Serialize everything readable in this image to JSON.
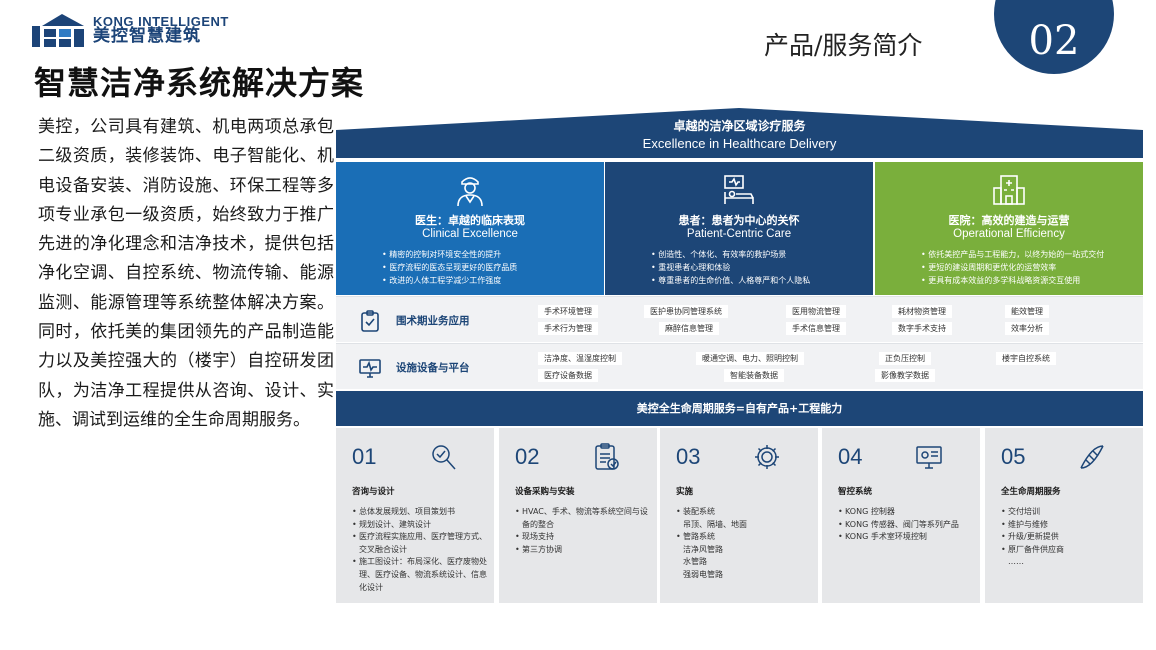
{
  "brand": {
    "en": "KONG INTELLIGENT",
    "cn": "美控智慧建筑"
  },
  "title": "智慧洁净系统解决方案",
  "section": {
    "label": "产品/服务简介",
    "number": "02"
  },
  "intro": "美控，公司具有建筑、机电两项总承包二级资质，装修装饰、电子智能化、机电设备安装、消防设施、环保工程等多项专业承包一级资质，始终致力于推广先进的净化理念和洁净技术，提供包括净化空调、自控系统、物流传输、能源监测、能源管理等系统整体解决方案。同时，依托美的集团领先的产品制造能力以及美控强大的（楼宇）自控研发团队，为洁净工程提供从咨询、设计、实施、调试到运维的全生命周期服务。",
  "roof": {
    "title": "卓越的洁净区域诊疗服务",
    "subtitle": "Excellence in Healthcare Delivery"
  },
  "pillars": [
    {
      "icon": "doctor-icon",
      "title": "医生：卓越的临床表现",
      "subtitle": "Clinical Excellence",
      "items": [
        "精密的控制对环境安全性的提升",
        "医疗流程的医态呈现更好的医疗品质",
        "改进的人体工程学减少工作强度"
      ]
    },
    {
      "icon": "patient-bed-icon",
      "title": "患者：患者为中心的关怀",
      "subtitle": "Patient-Centric Care",
      "items": [
        "创造性、个体化、有效率的救护场景",
        "重视患者心理和体验",
        "尊重患者的生命价值、人格尊严和个人隐私"
      ]
    },
    {
      "icon": "hospital-icon",
      "title": "医院：高效的建造与运营",
      "subtitle": "Operational Efficiency",
      "items": [
        "依托美控产品与工程能力，以终为始的一站式交付",
        "更短的建设周期和更优化的运营效率",
        "更具有成本效益的多学科战略资源交互使用"
      ]
    }
  ],
  "bands": [
    {
      "label": "围术期业务应用",
      "icon": "clipboard-check-icon",
      "row1": [
        "手术环境管理",
        "医护患协同管理系统",
        "医用物流管理",
        "耗材物资管理",
        "能效管理"
      ],
      "row2": [
        "手术行为管理",
        "麻醉信息管理",
        "手术信息管理",
        "数字手术支持",
        "效率分析"
      ]
    },
    {
      "label": "设施设备与平台",
      "icon": "monitor-pulse-icon",
      "row1": [
        "洁净度、温湿度控制",
        "暖通空调、电力、照明控制",
        "正负压控制",
        "楼宇自控系统"
      ],
      "row2": [
        "医疗设备数据",
        "智能装备数据",
        "影像教学数据"
      ]
    }
  ],
  "lifecycle_bar": "美控全生命周期服务=自有产品+工程能力",
  "cards": [
    {
      "num": "01",
      "icon": "search-consult-icon",
      "title": "咨询与设计",
      "items": [
        "总体发展规划、项目策划书",
        "规划设计、建筑设计",
        "医疗流程实施应用、医疗管理方式、交叉融合设计",
        "施工图设计：布局深化、医疗废物处理、医疗设备、物流系统设计、信息化设计"
      ]
    },
    {
      "num": "02",
      "icon": "procurement-checklist-icon",
      "title": "设备采购与安装",
      "items": [
        "HVAC、手术、物流等系统空间与设备的整合",
        "现场支持",
        "第三方协调"
      ]
    },
    {
      "num": "03",
      "icon": "gear-icon",
      "title": "实施",
      "items": [
        "装配系统",
        "吊顶、隔墙、地面",
        "管路系统",
        "洁净风管路",
        "水管路",
        "强弱电管路"
      ],
      "plain": [
        false,
        true,
        false,
        true,
        true,
        true
      ]
    },
    {
      "num": "04",
      "icon": "control-monitor-icon",
      "title": "智控系统",
      "items": [
        "KONG 控制器",
        "KONG 传感器、阀门等系列产品",
        "KONG 手术室环境控制"
      ]
    },
    {
      "num": "05",
      "icon": "dna-icon",
      "title": "全生命周期服务",
      "items": [
        "交付培训",
        "维护与维修",
        "升级/更新提供",
        "原厂备件供应商",
        "……"
      ],
      "plain": [
        false,
        false,
        false,
        false,
        true
      ]
    }
  ],
  "colors": {
    "navy": "#1d4677",
    "blue": "#1a6eb6",
    "green": "#7aaf3c",
    "band": "#f1f2f4",
    "card": "#e6e7e9"
  }
}
